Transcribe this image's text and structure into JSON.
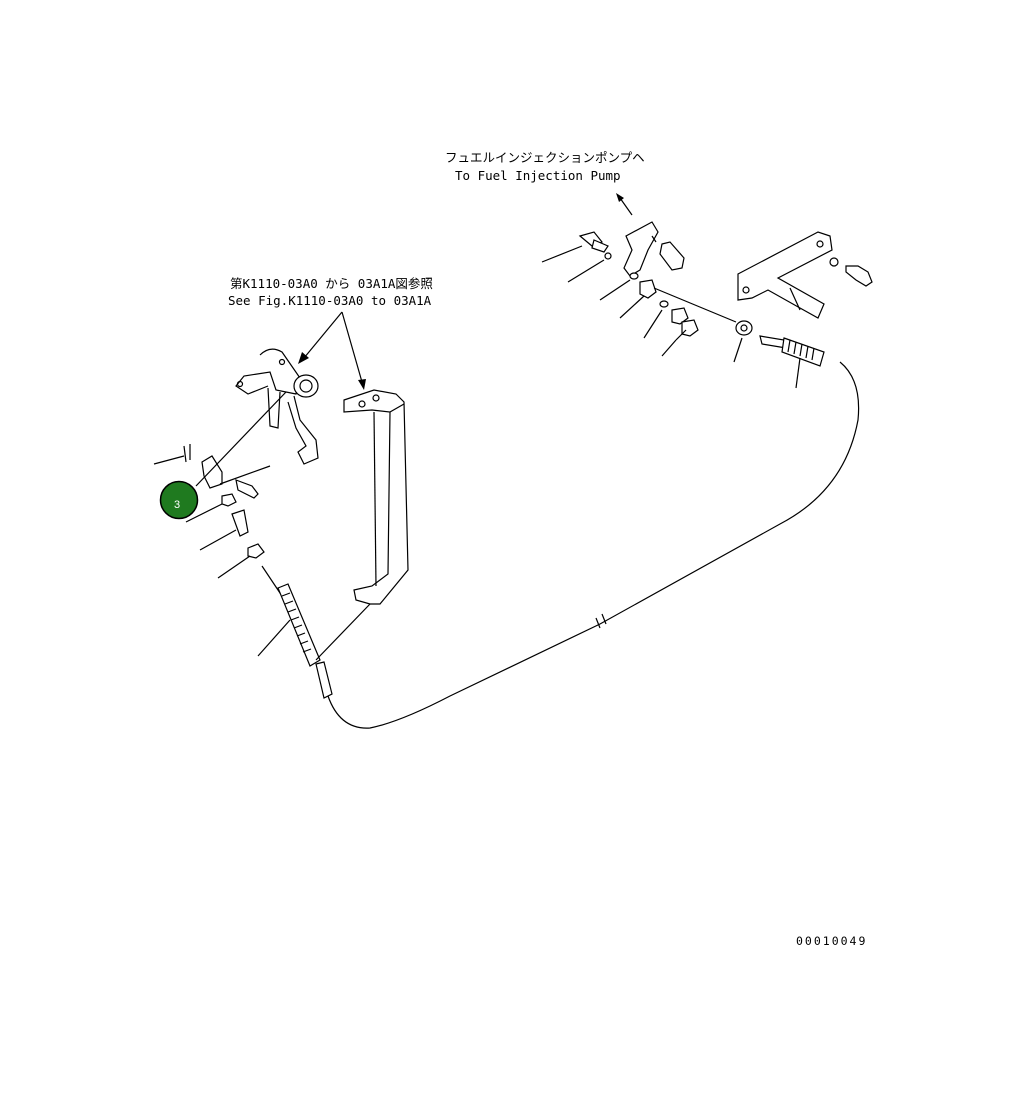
{
  "annotations": {
    "pump_jp": "フュエルインジェクションポンプヘ",
    "pump_en": "To Fuel Injection Pump",
    "ref_jp": "第K1110-03A0 から 03A1A図参照",
    "ref_en": "See Fig.K1110-03A0 to 03A1A"
  },
  "callout": {
    "number": "3",
    "fill": "#1f7a1f",
    "stroke": "#000000"
  },
  "drawing_number": "00010049"
}
